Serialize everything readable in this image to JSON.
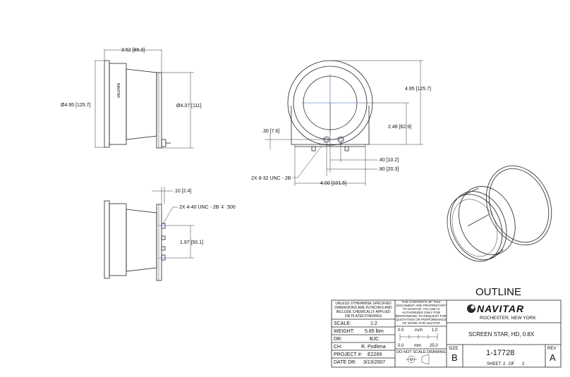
{
  "title_block": {
    "heading": "OUTLINE",
    "notes": [
      "UNLESS OTHERWISE SPECIFIED",
      "DIMENSIONS ARE IN INCHES AND",
      "INCLUDE CHEMICALLY APPLIED",
      "OR PLATED FINISHES"
    ],
    "proprietary": [
      "THE CONTENTS OF THIS",
      "DOCUMENT ARE PROPRIETARY",
      "TO NAVITAR. ITS USE IS",
      "AUTHORIZED ONLY FOR",
      "RESPONDING TO REQUEST FOR",
      "QUOTATION OR PERFORMANCE",
      "OF WORK FOR NAVITAR"
    ],
    "scale_label": "SCALE:",
    "scale": "1:2",
    "weight_label": "WEIGHT:",
    "weight": "5.85 lbm",
    "dr_label": "DR:",
    "dr": "BJC",
    "ch_label": "CH:",
    "ch": "R. Podlena",
    "project_label": "PROJECT #:",
    "project": "E2269",
    "date_label": "DATE DR:",
    "date": "3/13/2007",
    "ruler_inch": [
      "0.0",
      "inch",
      "1.0"
    ],
    "ruler_mm": [
      "0.0",
      "mm",
      "25.0"
    ],
    "no_scale": "DO NOT SCALE DRAWING",
    "company": "NAVITAR",
    "location": "ROCHESTER, NEW YORK",
    "part_title": "SCREEN STAR, HD, 0.8X",
    "size_label": "SIZE",
    "size": "B",
    "part_no": "1-17728",
    "rev_label": "REV",
    "rev": "A",
    "sheet_label": "SHEET",
    "sheet_no": "2",
    "sheet_of": "OF",
    "sheet_total": "2"
  },
  "dimensions": {
    "side_length": "3.52 [89.3]",
    "side_dia_outer": "Ø4.95 [125.7]",
    "side_dia_inner": "Ø4.37 [111]",
    "front_height": "4.95 [125.7]",
    "front_center_h": "2.48 [62.9]",
    "front_foot_h": ".30 [7.6]",
    "front_hole_sp": ".40 [10.2]",
    "front_hole_sp2": ".80 [20.3]",
    "front_width": "4.00 [101.6]",
    "front_thread": "2X 8-32 UNC - 2B",
    "bottom_offset": ".10 [2.4]",
    "bottom_thread": "2X 4-40 UNC - 2B ∓ .500",
    "bottom_spacing": "1.97 [50.1]"
  },
  "side_label_text": "NAVITAR"
}
